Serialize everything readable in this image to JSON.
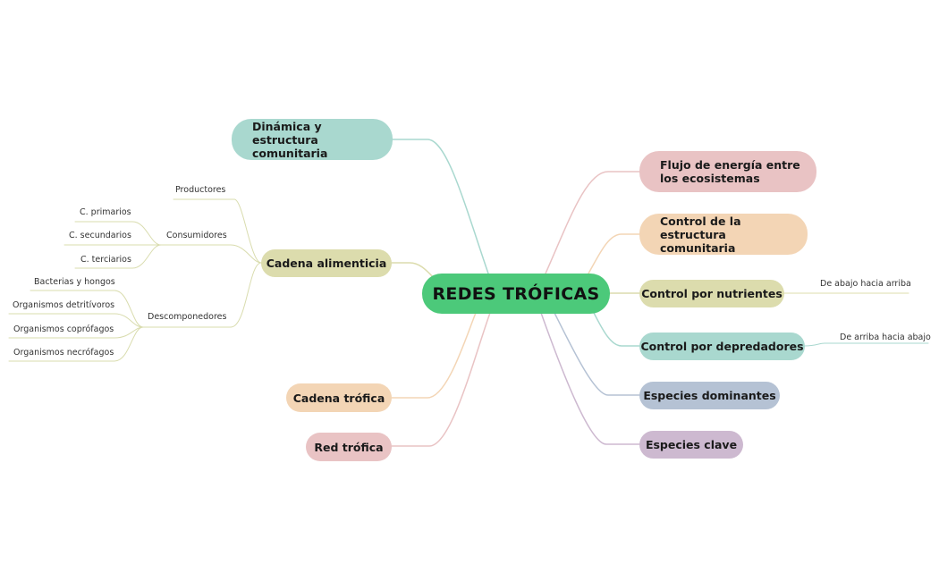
{
  "colors": {
    "teal": "#a9d8cf",
    "pink": "#e9c3c4",
    "peach": "#f3d5b5",
    "olive": "#dcdcad",
    "blue": "#b5c2d4",
    "purple": "#cdb9d0",
    "center": "#4cc97a"
  },
  "center": {
    "label": "REDES TRÓFICAS"
  },
  "left": {
    "dinamica": "Dinámica y estructura comunitaria",
    "cadena_alimenticia": "Cadena alimenticia",
    "cadena_trofica": "Cadena trófica",
    "red_trofica": "Red trófica",
    "sub": {
      "productores": "Productores",
      "consumidores": "Consumidores",
      "primarios": "C. primarios",
      "secundarios": "C. secundarios",
      "terciarios": "C. terciarios",
      "descomponedores": "Descomponedores",
      "bacterias": "Bacterias y hongos",
      "detritivoros": "Organismos detritívoros",
      "coprofagos": "Organismos coprófagos",
      "necrofagos": "Organismos necrófagos"
    }
  },
  "right": {
    "flujo": "Flujo de energía entre los ecosistemas",
    "control_estructura": "Control de la estructura comunitaria",
    "control_nutrientes": "Control por nutrientes",
    "nutrientes_note": "De abajo hacia arriba",
    "control_depredadores": "Control por depredadores",
    "depredadores_note": "De arriba hacia abajo",
    "dominantes": "Especies dominantes",
    "clave": "Especies clave"
  }
}
